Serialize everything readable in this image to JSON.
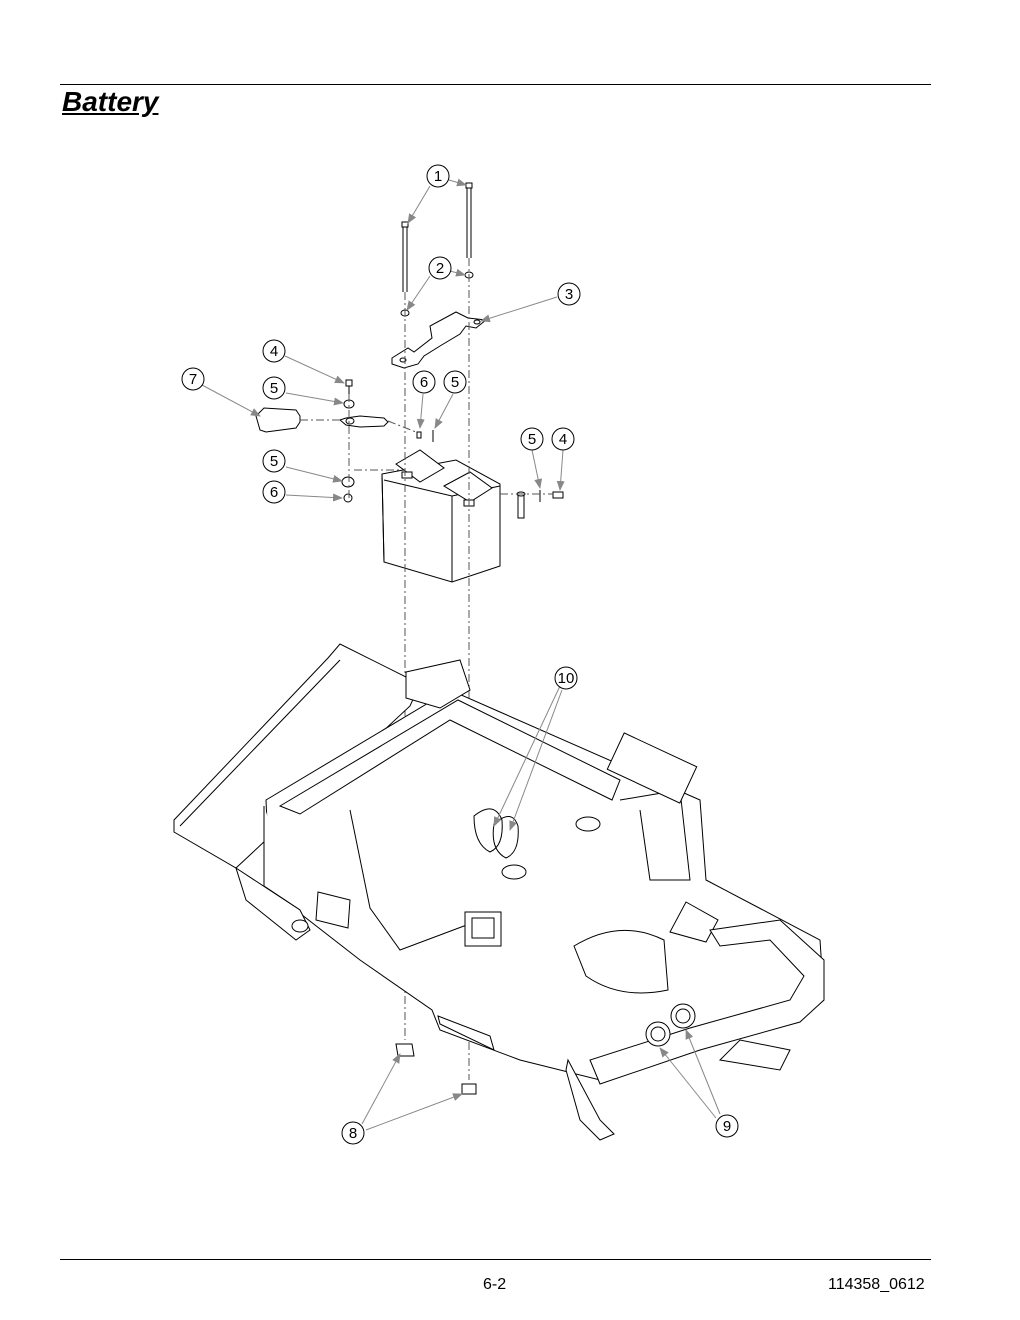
{
  "page": {
    "title": "Battery",
    "page_number": "6-2",
    "doc_code": "114358_0612"
  },
  "callouts": [
    {
      "id": "c1",
      "label": "1"
    },
    {
      "id": "c2",
      "label": "2"
    },
    {
      "id": "c3",
      "label": "3"
    },
    {
      "id": "c4a",
      "label": "4"
    },
    {
      "id": "c5a",
      "label": "5"
    },
    {
      "id": "c6a",
      "label": "6"
    },
    {
      "id": "c5b",
      "label": "5"
    },
    {
      "id": "c7",
      "label": "7"
    },
    {
      "id": "c5c",
      "label": "5"
    },
    {
      "id": "c6b",
      "label": "6"
    },
    {
      "id": "c5d",
      "label": "5"
    },
    {
      "id": "c4b",
      "label": "4"
    },
    {
      "id": "c10",
      "label": "10"
    },
    {
      "id": "c8",
      "label": "8"
    },
    {
      "id": "c9",
      "label": "9"
    }
  ]
}
